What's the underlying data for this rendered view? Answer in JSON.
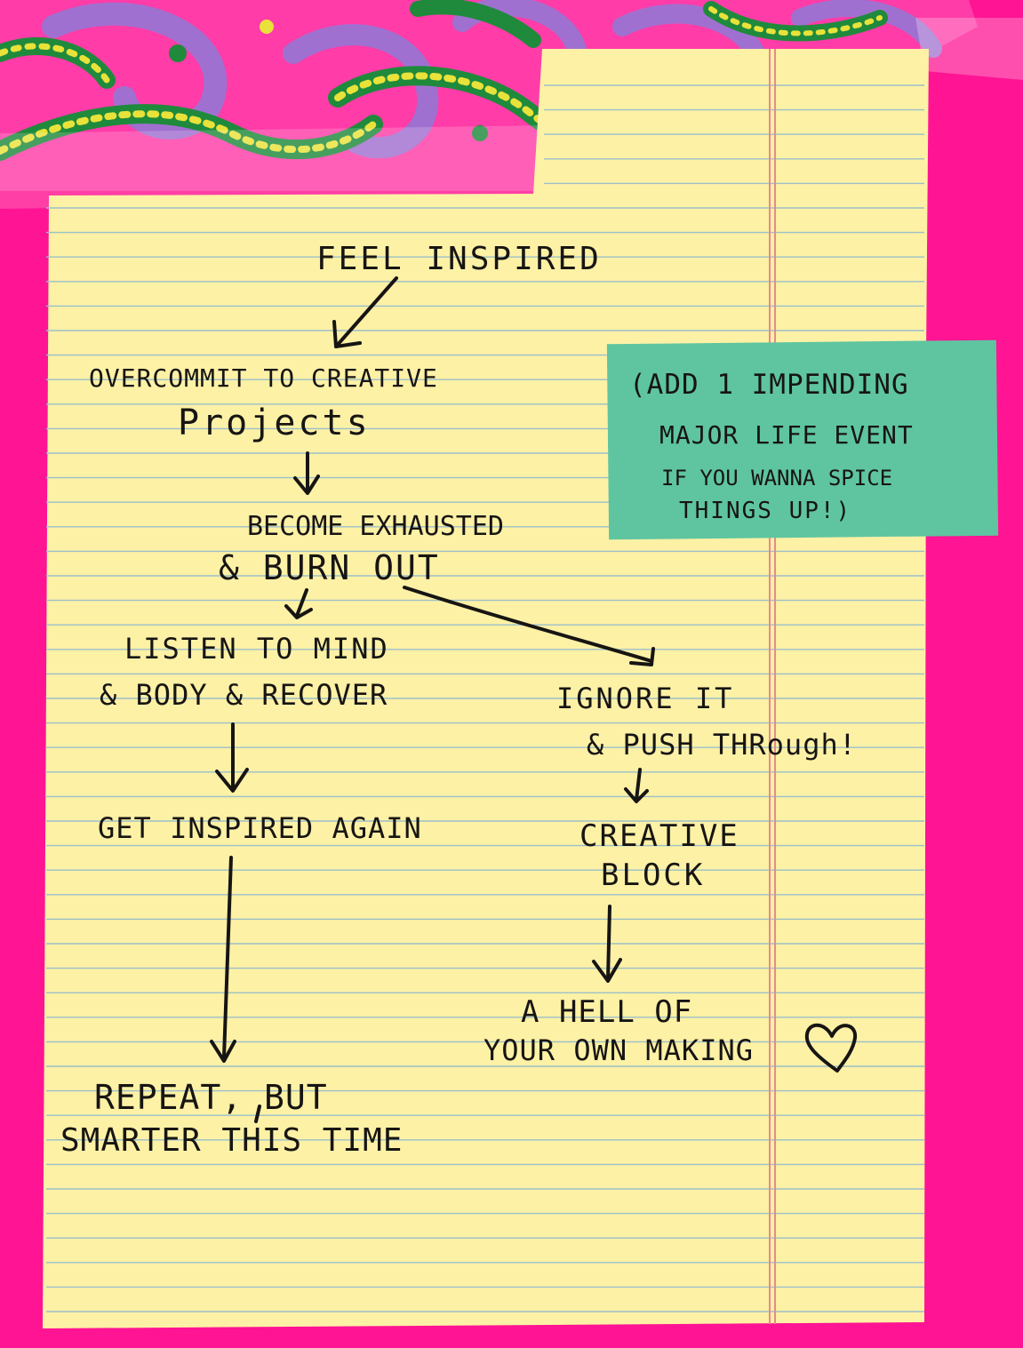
{
  "colors": {
    "background": "#ff1493",
    "paisley_pink": "#ff3ca8",
    "paisley_purple": "#a070d0",
    "paisley_green": "#1f8a3c",
    "paisley_yellow": "#e8e23a",
    "paper": "#fdf1a6",
    "rule_line": "#9bbfc9",
    "margin_line": "#e88a8a",
    "sticky_note": "#5ec5a0",
    "ink": "#171513"
  },
  "icons": {
    "heart": "heart-icon",
    "tape": "tape-strip"
  },
  "diagram": {
    "nodes": {
      "feel_inspired": "FEEL iNSPiRED",
      "overcommit_line1": "OVERCOMMiT TO CREATiVE",
      "overcommit_line2": "Projects",
      "exhausted_line1": "BECOME EXHAUSTED",
      "exhausted_line2": "& BURN OUT",
      "listen_line1": "LiSTEN TO MiND",
      "listen_line2": "& BODY & RECOVER",
      "ignore_line1": "iGNORE it",
      "ignore_line2": "& PUSH THRough!",
      "inspired_again": "GET iNSPiRED AGAiN",
      "block_line1": "CREATiVE",
      "block_line2": "BLOCK",
      "repeat_line1": "REPEAT, BUT",
      "repeat_line2": "SMARTER THiS TiME",
      "hell_line1": "A HELL OF",
      "hell_line2": "YOUR OWN MAKiNG"
    },
    "note": {
      "line1": "(ADD 1 iMPENDiNG",
      "line2": "MAJOR LiFE EVENT",
      "line3": "iF YOU WANNA SPiCE",
      "line4": "THiNGS UP!)"
    }
  }
}
